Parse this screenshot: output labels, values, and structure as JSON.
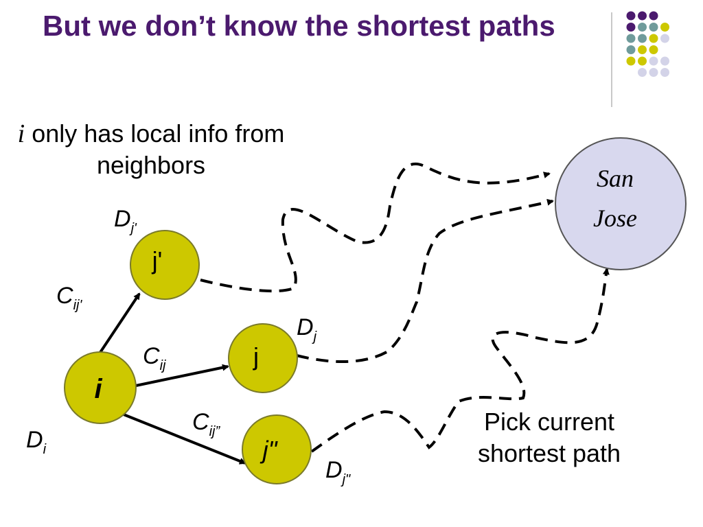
{
  "slide": {
    "title": "But we don’t know the shortest paths",
    "info_var": "i",
    "info_text": " only has local info from neighbors",
    "pick_text": "Pick current shortest path"
  },
  "nodes": {
    "i": "i",
    "j_prime": "j'",
    "j": "j",
    "j_dprime": "j\"",
    "destination_line1": "San",
    "destination_line2": "Jose"
  },
  "labels": {
    "D_j_prime": {
      "main": "D",
      "sub": "j'"
    },
    "D_j": {
      "main": "D",
      "sub": "j"
    },
    "D_i": {
      "main": "D",
      "sub": "i"
    },
    "D_j_dprime": {
      "main": "D",
      "sub": "j\""
    },
    "C_ij_prime": {
      "main": "C",
      "sub": "ij'"
    },
    "C_ij": {
      "main": "C",
      "sub": "ij"
    },
    "C_ij_dprime": {
      "main": "C",
      "sub": "ij”"
    }
  },
  "colors": {
    "title": "#4b1a6e",
    "node_fill": "#cdc800",
    "node_stroke": "#7a7a2a",
    "destination_fill": "#d8d8ee",
    "dot_purple": "#4b1a6e",
    "dot_teal": "#6f9b9b",
    "dot_yellow": "#cdc800",
    "dot_lavender": "#d3d3e8"
  }
}
